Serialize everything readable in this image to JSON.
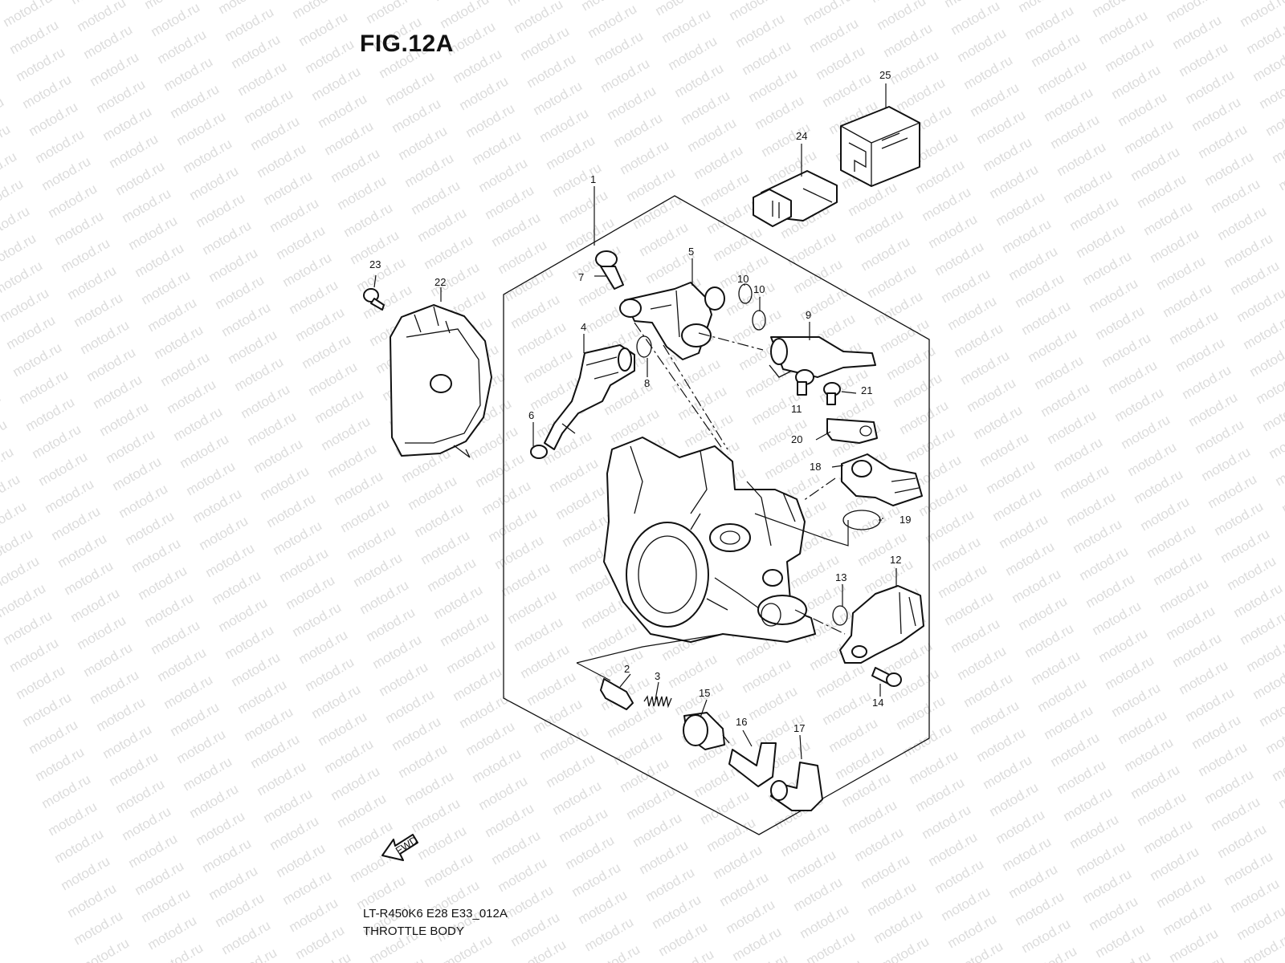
{
  "figure": {
    "title": "FIG.12A",
    "code": "LT-R450K6 E28 E33_012A",
    "name": "THROTTLE BODY",
    "fwd_label": "FWD"
  },
  "watermark": {
    "text": "motod.ru"
  },
  "callouts": {
    "c1": "1",
    "c2": "2",
    "c3": "3",
    "c4": "4",
    "c5": "5",
    "c6": "6",
    "c7": "7",
    "c8": "8",
    "c9": "9",
    "c10a": "10",
    "c10b": "10",
    "c11": "11",
    "c12": "12",
    "c13": "13",
    "c14": "14",
    "c15": "15",
    "c16": "16",
    "c17": "17",
    "c18": "18",
    "c19": "19",
    "c20": "20",
    "c21": "21",
    "c22": "22",
    "c23": "23",
    "c24": "24",
    "c25": "25"
  }
}
